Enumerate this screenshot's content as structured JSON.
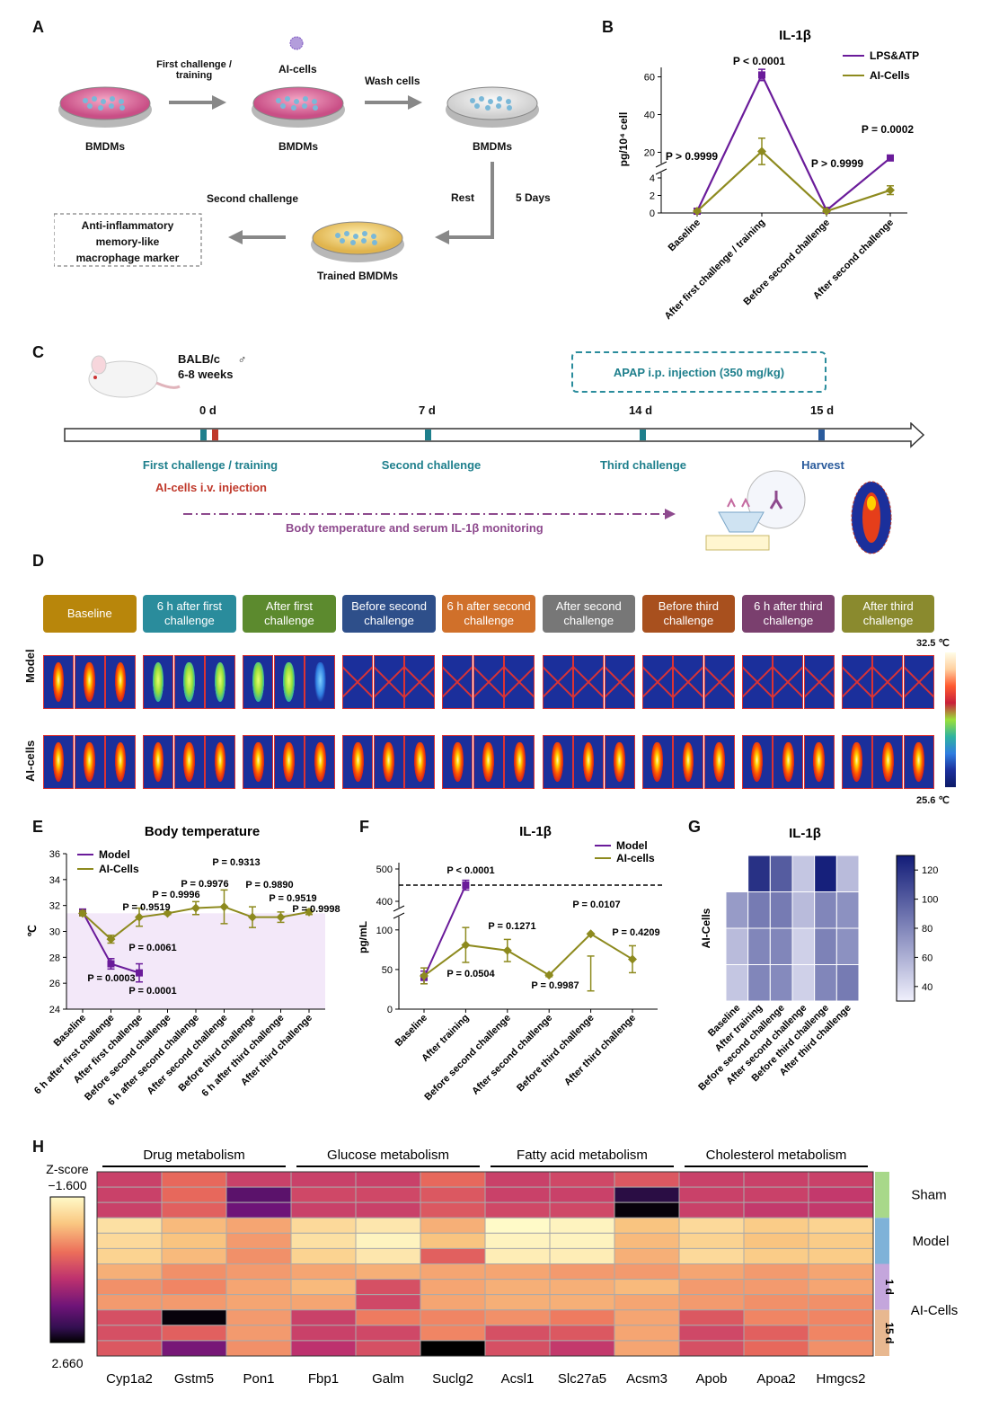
{
  "panels": {
    "a": "A",
    "b": "B",
    "c": "C",
    "d": "D",
    "e": "E",
    "f": "F",
    "g": "G",
    "h": "H"
  },
  "panel_a": {
    "first_challenge": "First challenge /",
    "training": "training",
    "ai_cells": "AI-cells",
    "wash_cells": "Wash cells",
    "bmdms": "BMDMs",
    "rest": "Rest",
    "five_days": "5 Days",
    "second_challenge": "Second challenge",
    "trained": "Trained BMDMs",
    "marker_line1": "Anti-inflammatory",
    "marker_line2": "memory-like",
    "marker_line3": "macrophage marker"
  },
  "panel_c": {
    "strain": "BALB/c",
    "sex": "♂",
    "age": "6-8 weeks",
    "apap": "APAP i.p. injection (350 mg/kg)",
    "days": [
      "0 d",
      "7 d",
      "14 d",
      "15 d"
    ],
    "first": "First challenge / training",
    "ai_inj": "AI-cells i.v. injection",
    "second": "Second challenge",
    "third": "Third challenge",
    "harvest": "Harvest",
    "monitor": "Body temperature and serum IL-1β monitoring"
  },
  "panel_d": {
    "stages": [
      "Baseline",
      "6 h after first challenge",
      "After first challenge",
      "Before second challenge",
      "6 h after second challenge",
      "After second challenge",
      "Before third challenge",
      "6 h after third challenge",
      "After third challenge"
    ],
    "rows": [
      "Model",
      "AI-cells"
    ],
    "scale_max": "32.5 ℃",
    "scale_min": "25.6 ℃"
  },
  "chart_data": [
    {
      "id": "B",
      "type": "line",
      "title": "IL-1β",
      "ylabel": "pg/10⁴ cell",
      "categories": [
        "Baseline",
        "After first challenge / training",
        "Before second challenge",
        "After second challenge"
      ],
      "axis_break": true,
      "yticks": [
        0,
        2,
        4,
        20,
        40,
        60
      ],
      "series": [
        {
          "name": "LPS&ATP",
          "color": "#6a1b9a",
          "values": [
            0.2,
            61,
            0.3,
            17
          ],
          "errors": [
            0.1,
            3,
            0.1,
            0.8
          ]
        },
        {
          "name": "AI-Cells",
          "color": "#8d8a1e",
          "values": [
            0.2,
            20.5,
            0.2,
            2.6
          ],
          "errors": [
            0.1,
            7,
            0.1,
            0.5
          ]
        }
      ],
      "annotations": [
        "P > 0.9999",
        "P < 0.0001",
        "P > 0.9999",
        "P = 0.0002"
      ]
    },
    {
      "id": "E",
      "type": "line",
      "title": "Body temperature",
      "ylabel": "℃",
      "ylim": [
        24,
        36
      ],
      "categories": [
        "Baseline",
        "6 h after first challenge",
        "After first challenge",
        "Before second challenge",
        "6 h after second challenge",
        "After second challenge",
        "Before third challenge",
        "6 h after third challenge",
        "After third challenge"
      ],
      "series": [
        {
          "name": "Model",
          "color": "#6a1b9a",
          "values": [
            31.5,
            27.5,
            26.8
          ],
          "errors": [
            0.2,
            0.4,
            0.7
          ]
        },
        {
          "name": "AI-Cells",
          "color": "#8d8a1e",
          "values": [
            31.4,
            29.4,
            31.1,
            31.4,
            31.8,
            31.9,
            31.1,
            31.1,
            31.5
          ],
          "errors": [
            0.2,
            0.3,
            0.7,
            0.1,
            0.5,
            1.3,
            0.8,
            0.4,
            0.2
          ]
        }
      ],
      "annotations": [
        "P = 0.0003",
        "P = 0.0001",
        "P = 0.0061",
        "P = 0.9519",
        "P = 0.9996",
        "P = 0.9976",
        "P = 0.9313",
        "P = 0.9890",
        "P = 0.9519",
        "P = 0.9998"
      ]
    },
    {
      "id": "F",
      "type": "line",
      "title": "IL-1β",
      "ylabel": "pg/mL",
      "axis_break": true,
      "yticks": [
        0,
        50,
        100,
        400,
        500
      ],
      "categories": [
        "Baseline",
        "After training",
        "Before second challenge",
        "After second challenge",
        "Before third challenge",
        "After third challenge"
      ],
      "series": [
        {
          "name": "Model",
          "color": "#6a1b9a",
          "values": [
            40,
            450
          ],
          "errors": [
            8,
            15
          ]
        },
        {
          "name": "AI-cells",
          "color": "#8d8a1e",
          "values": [
            42,
            81,
            74,
            43,
            95,
            63
          ],
          "errors": [
            10,
            22,
            14,
            2,
            28,
            17
          ]
        }
      ],
      "annotations": [
        "P < 0.0001",
        "P = 0.0504",
        "P = 0.1271",
        "P = 0.9987",
        "P = 0.0107",
        "P = 0.4209"
      ]
    },
    {
      "id": "G",
      "type": "heatmap",
      "title": "IL-1β",
      "ylabel": "AI-Cells",
      "columns": [
        "Baseline",
        "After training",
        "Before second challenge",
        "After second challenge",
        "Before third challenge",
        "After third challenge"
      ],
      "colorbar_ticks": [
        40,
        60,
        80,
        100,
        120
      ],
      "values": [
        [
          null,
          120,
          100,
          50,
          128,
          55
        ],
        [
          70,
          85,
          85,
          55,
          80,
          75
        ],
        [
          55,
          80,
          80,
          45,
          82,
          75
        ],
        [
          50,
          80,
          78,
          45,
          80,
          85
        ]
      ]
    },
    {
      "id": "H",
      "type": "heatmap",
      "colorbar_label": "Z-score",
      "colorbar_range": [
        "−1.600",
        "2.660"
      ],
      "groups": [
        "Drug metabolism",
        "Glucose metabolism",
        "Fatty acid metabolism",
        "Cholesterol metabolism"
      ],
      "genes": [
        "Cyp1a2",
        "Gstm5",
        "Pon1",
        "Fbp1",
        "Galm",
        "Suclg2",
        "Acsl1",
        "Slc27a5",
        "Acsm3",
        "Apob",
        "Apoa2",
        "Hmgcs2"
      ],
      "row_groups": [
        "Sham",
        "Model",
        "AI-Cells"
      ],
      "sub_groups": [
        "1 d",
        "15 d"
      ],
      "values": [
        [
          0.6,
          0.1,
          0.6,
          0.6,
          0.6,
          0.1,
          0.6,
          0.5,
          0.3,
          0.6,
          0.6,
          0.6
        ],
        [
          0.6,
          0.1,
          1.8,
          0.5,
          0.5,
          0.3,
          0.6,
          0.6,
          2.3,
          0.6,
          0.6,
          0.7
        ],
        [
          0.6,
          0.2,
          1.6,
          0.6,
          0.6,
          0.3,
          0.5,
          0.5,
          2.6,
          0.6,
          0.7,
          0.7
        ],
        [
          -1.2,
          -0.7,
          -0.5,
          -1.1,
          -1.3,
          -0.6,
          -1.6,
          -1.5,
          -0.8,
          -1.1,
          -0.9,
          -1.0
        ],
        [
          -1.1,
          -0.8,
          -0.4,
          -1.2,
          -1.5,
          -0.8,
          -1.5,
          -1.5,
          -0.7,
          -1.0,
          -0.8,
          -0.9
        ],
        [
          -1.0,
          -0.7,
          -0.3,
          -1.0,
          -1.3,
          0.2,
          -1.4,
          -1.4,
          -0.6,
          -1.1,
          -0.9,
          -0.9
        ],
        [
          -0.6,
          -0.3,
          -0.4,
          -0.5,
          -0.6,
          -0.5,
          -0.5,
          -0.4,
          -0.4,
          -0.5,
          -0.4,
          -0.5
        ],
        [
          -0.3,
          -0.2,
          -0.5,
          -0.7,
          0.4,
          -0.5,
          -0.6,
          -0.6,
          -0.7,
          -0.4,
          -0.4,
          -0.5
        ],
        [
          -0.4,
          -0.4,
          -0.5,
          -0.5,
          0.5,
          -0.5,
          -0.6,
          -0.6,
          -0.5,
          -0.4,
          -0.3,
          -0.3
        ],
        [
          0.4,
          2.6,
          -0.4,
          0.6,
          -0.1,
          -0.2,
          -0.3,
          -0.1,
          -0.5,
          0.3,
          -0.2,
          -0.2
        ],
        [
          0.4,
          0.2,
          -0.4,
          0.6,
          0.5,
          -0.2,
          0.4,
          0.3,
          -0.5,
          0.5,
          0.2,
          -0.2
        ],
        [
          0.3,
          1.5,
          -0.3,
          0.8,
          0.4,
          2.66,
          0.4,
          0.7,
          -0.5,
          0.4,
          0.1,
          -0.3
        ]
      ]
    }
  ]
}
